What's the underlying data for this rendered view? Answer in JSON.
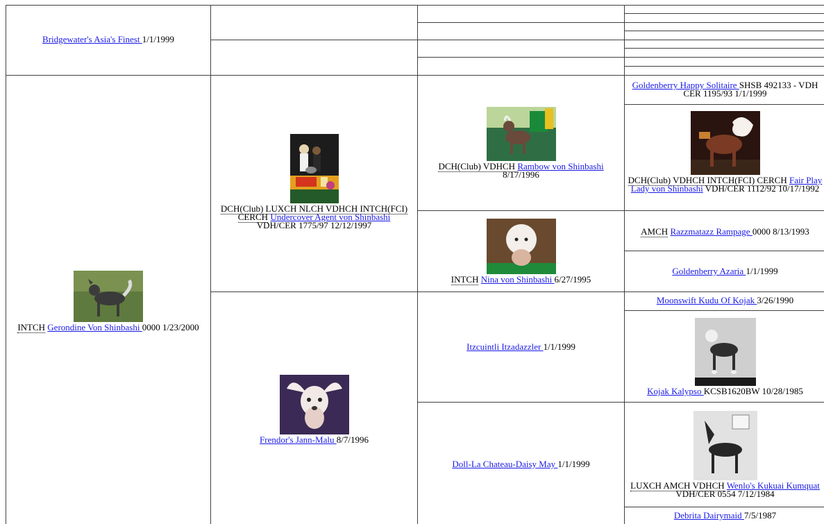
{
  "pedigree": {
    "g1": {
      "sire": {
        "name": "Bridgewater's Asia's Finest ",
        "suffix": "1/1/1999"
      },
      "dam": {
        "title": "INTCH",
        "name": "Gerondine Von Shinbashi ",
        "suffix": "0000 1/23/2000"
      }
    },
    "g2": {
      "sire": {
        "title": "DCH(Club) LUXCH NLCH VDHCH INTCH(FCI) CERCH",
        "name": "Undercover Agent von Shinbashi",
        "suffix": "VDH/CER 1775/97 12/12/1997"
      },
      "dam": {
        "name": "Frendor's Jann-Malu ",
        "suffix": "8/7/1996"
      }
    },
    "g3": {
      "a": {
        "title": "DCH(Club) VDHCH",
        "name": "Rambow von Shinbashi",
        "suffix": "8/17/1996"
      },
      "b": {
        "title": "INTCH",
        "name": "Nina von Shinbashi ",
        "suffix": "6/27/1995"
      },
      "c": {
        "name": "Itzcuintli Itzadazzler ",
        "suffix": "1/1/1999"
      },
      "d": {
        "name": "Doll-La Chateau-Daisy May ",
        "suffix": "1/1/1999"
      }
    },
    "g4": {
      "a": {
        "name": "Goldenberry Happy Solitaire ",
        "suffix": "SHSB 492133 - VDH CER 1195/93 1/1/1999"
      },
      "b": {
        "title": "DCH(Club) VDHCH INTCH(FCI) CERCH",
        "name": "Fair Play Lady von Shinbashi",
        "suffix": " VDH/CER 1112/92 10/17/1992"
      },
      "c": {
        "title": "AMCH",
        "name": "Razzmatazz Rampage ",
        "suffix": "0000 8/13/1993"
      },
      "d": {
        "name": "Goldenberry Azaria ",
        "suffix": "1/1/1999"
      },
      "e": {
        "name": "Moonswift Kudu Of Kojak ",
        "suffix": "3/26/1990"
      },
      "f": {
        "name": "Kojak Kalypso ",
        "suffix": "KCSB1620BW 10/28/1985"
      },
      "g": {
        "title": "LUXCH AMCH VDHCH",
        "name": "Wenlo's Kukuai Kumquat",
        "suffix": "VDH/CER 0554 7/12/1984"
      },
      "h": {
        "name": "Debrita Dairymaid ",
        "suffix": "7/5/1987"
      }
    }
  }
}
